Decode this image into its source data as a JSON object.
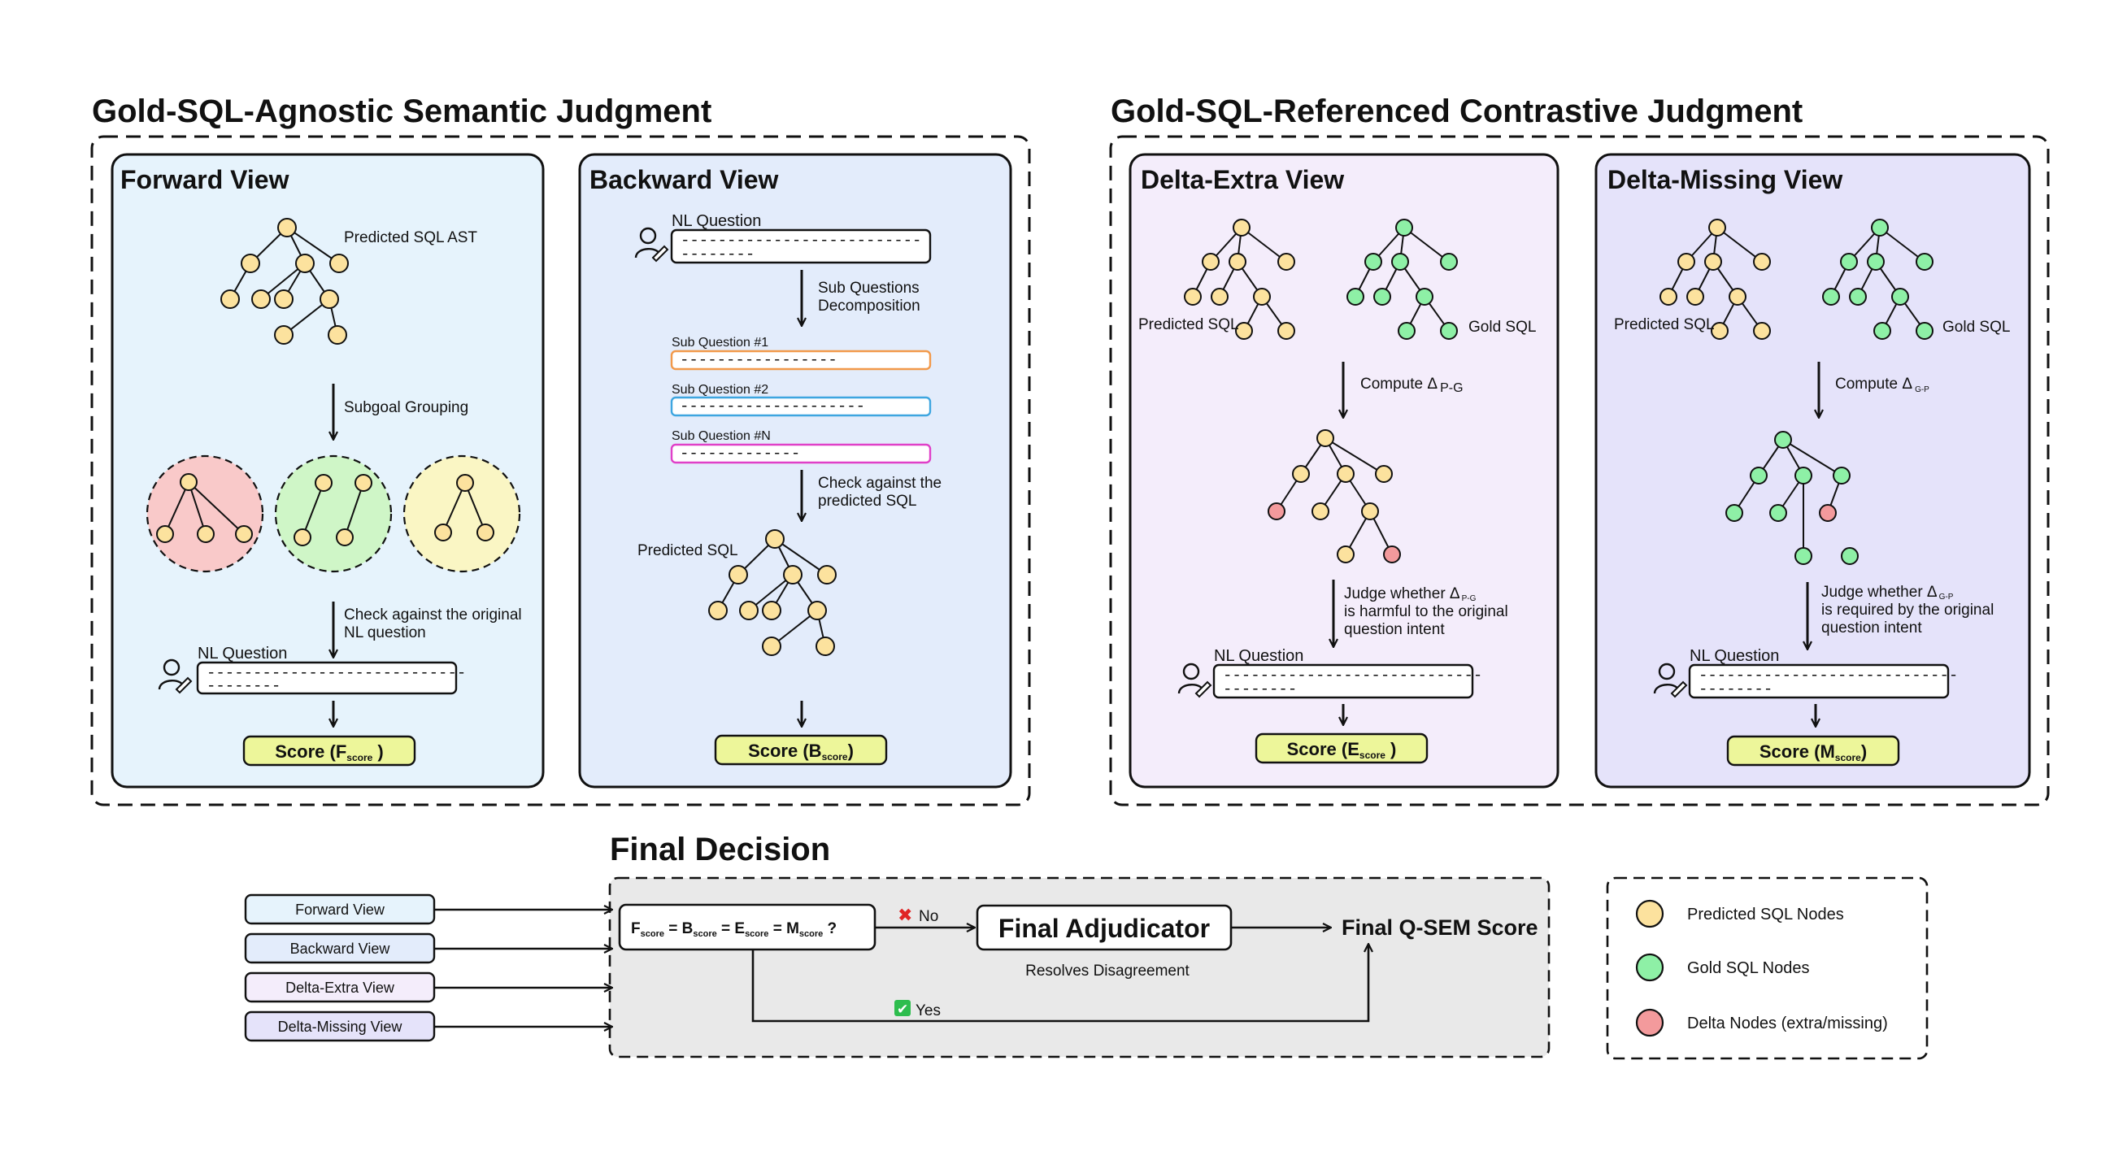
{
  "sections": {
    "agnostic_title": "Gold-SQL-Agnostic Semantic Judgment",
    "referenced_title": "Gold-SQL-Referenced Contrastive Judgment",
    "final_title": "Final Decision"
  },
  "forward": {
    "title": "Forward View",
    "ast_label": "Predicted SQL AST",
    "step1": "Subgoal Grouping",
    "step2_line1": "Check against the original",
    "step2_line2": "NL question",
    "nl_label": "NL Question",
    "dash1": "----------------------------",
    "dash2": "--------",
    "score_main": "Score (F",
    "score_sub": "score",
    "score_end": " )"
  },
  "backward": {
    "title": "Backward View",
    "nl_label": "NL Question",
    "dash1": "--------------------------",
    "dash2": "--------",
    "step1_line1": "Sub Questions",
    "step1_line2": "Decomposition",
    "subq1_label": "Sub Question #1",
    "subq1_dash": "-----------------",
    "subq2_label": "Sub Question #2",
    "subq2_dash": "--------------------",
    "subqn_label": "Sub Question #N",
    "subqn_dash": "-------------",
    "step2_line1": "Check against the",
    "step2_line2": "predicted SQL",
    "pred_label": "Predicted SQL",
    "score_main": "Score (B",
    "score_sub": "score",
    "score_end": ")"
  },
  "delta_extra": {
    "title": "Delta-Extra View",
    "pred_label": "Predicted SQL",
    "gold_label": "Gold SQL",
    "compute_main": "Compute Δ",
    "compute_sub": "P-G",
    "judge_line1_main": "Judge whether Δ",
    "judge_line1_sub": "P-G",
    "judge_line2": "is harmful to the original",
    "judge_line3": "question intent",
    "nl_label": "NL Question",
    "dash1": "----------------------------",
    "dash2": "--------",
    "score_main": "Score (E",
    "score_sub": "score",
    "score_end": " )"
  },
  "delta_missing": {
    "title": "Delta-Missing View",
    "pred_label": "Predicted SQL",
    "gold_label": "Gold SQL",
    "compute_main": "Compute Δ",
    "compute_sub": "G-P",
    "judge_line1_main": "Judge whether Δ",
    "judge_line1_sub": "G-P",
    "judge_line2": "is required by the original",
    "judge_line3": "question intent",
    "nl_label": "NL Question",
    "dash1": "----------------------------",
    "dash2": "--------",
    "score_main": "Score (M",
    "score_sub": "score",
    "score_end": ")"
  },
  "final": {
    "inputs": [
      "Forward View",
      "Backward View",
      "Delta-Extra View",
      "Delta-Missing View"
    ],
    "cond_F": "F",
    "cond_B": "B",
    "cond_E": "E",
    "cond_M": "M",
    "cond_sub": "score",
    "cond_eq": " = ",
    "cond_q": " ?",
    "no_mark": "✖",
    "no_label": "No",
    "adjudicator": "Final Adjudicator",
    "resolves": "Resolves Disagreement",
    "output": "Final Q-SEM Score",
    "yes_mark": "✔",
    "yes_label": "Yes"
  },
  "legend": {
    "predicted": "Predicted SQL Nodes",
    "gold": "Gold SQL Nodes",
    "delta": "Delta Nodes (extra/missing)"
  },
  "colors": {
    "predicted_node": "#FCE29E",
    "gold_node": "#8EF0A6",
    "delta_node": "#F39A9C",
    "forward_bg": "#E6F3FC",
    "backward_bg": "#E3ECFB",
    "delta_extra_bg": "#F4EDFB",
    "delta_missing_bg": "#E5E3FA",
    "final_bg": "#E9E9E9",
    "score_bg": "#EDF69A",
    "group_red": "#F9C9C9",
    "group_green": "#CFF6C7",
    "group_yellow": "#FAF6C4",
    "subq1_border": "#F2994A",
    "subq2_border": "#3EA6E0",
    "subqn_border": "#E040C8"
  }
}
